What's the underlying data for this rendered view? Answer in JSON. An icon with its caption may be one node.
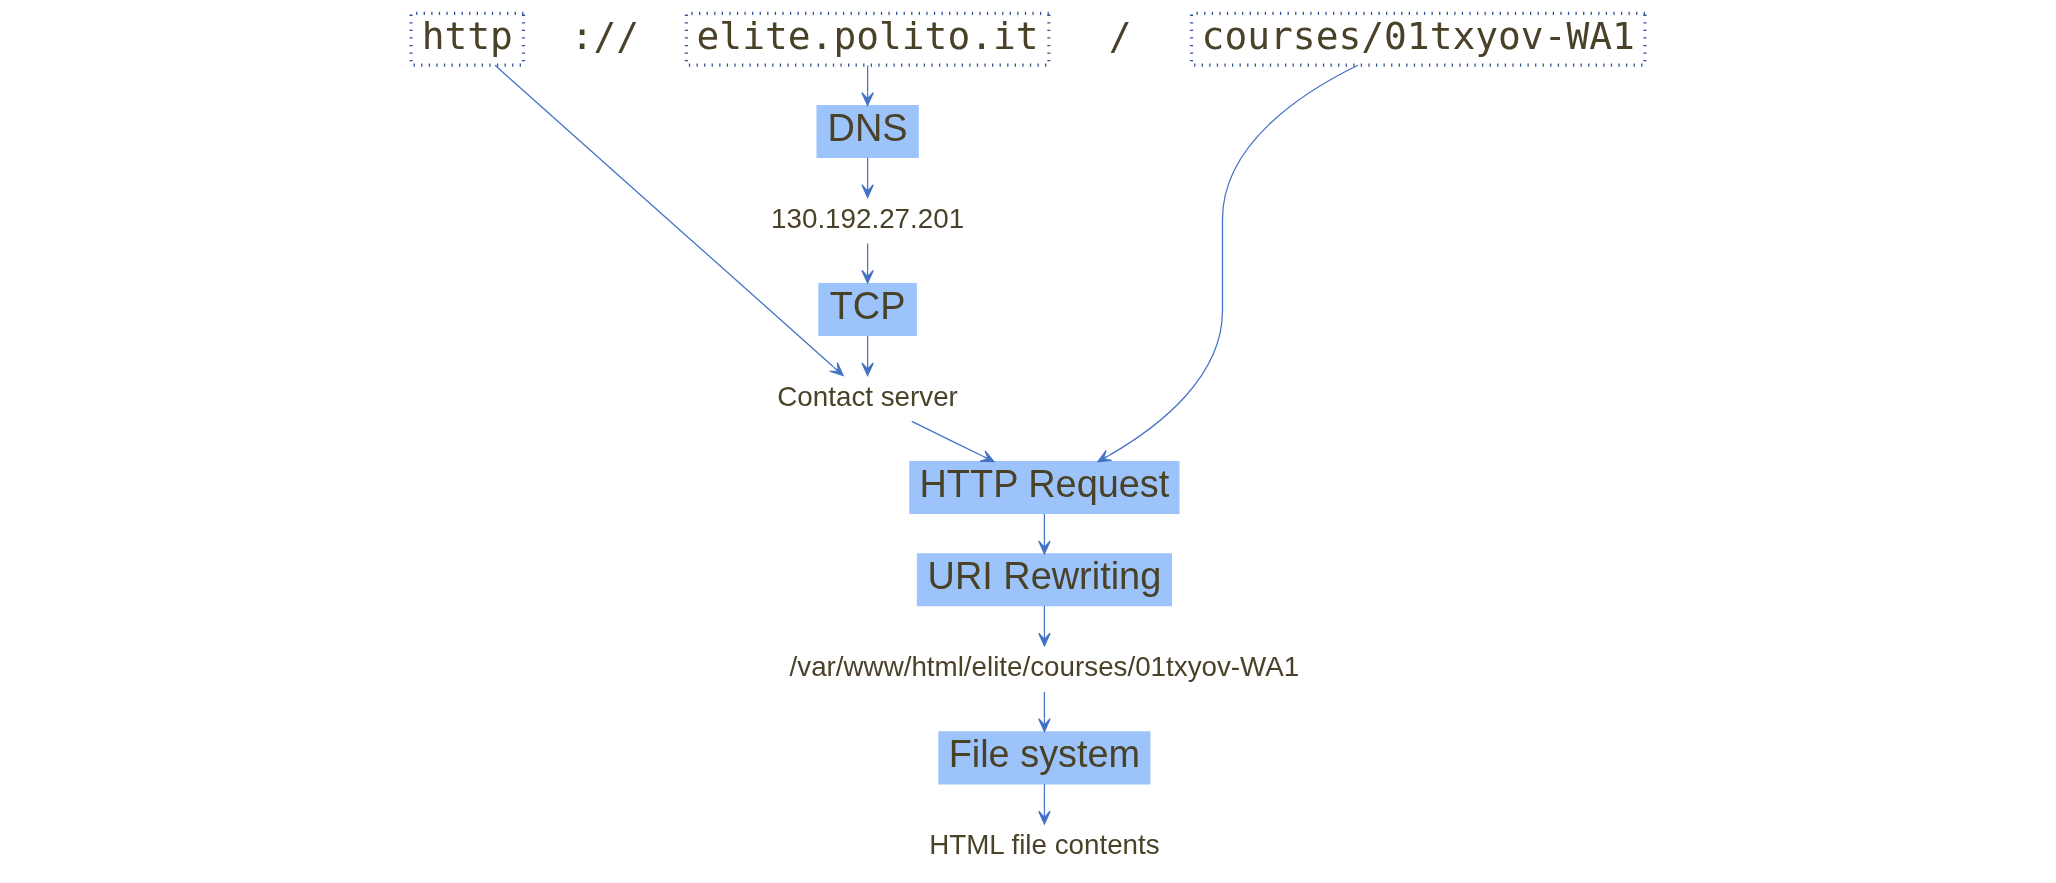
{
  "diagram": {
    "nodes": [
      {
        "text": [
          "http"
        ]
      },
      {
        "text": [
          "elite.polito.it"
        ]
      },
      {
        "text": [
          "courses/01txyov-WA1"
        ]
      },
      {
        "text": [
          "DNS"
        ]
      },
      {
        "text": [
          "130.192.27.201"
        ]
      },
      {
        "text": [
          "TCP"
        ]
      },
      {
        "text": [
          "Contact server"
        ]
      },
      {
        "text": [
          "HTTP Request"
        ]
      },
      {
        "text": [
          "URI Rewriting"
        ]
      },
      {
        "text": [
          "/var/www/html/elite/courses/01txyov-WA1"
        ]
      },
      {
        "text": [
          "File system"
        ]
      },
      {
        "text": [
          "HTML file contents"
        ]
      }
    ],
    "edges": [
      {
        "from": 1,
        "to": 3,
        "arrow": "to"
      },
      {
        "from": 3,
        "to": 4,
        "arrow": "to"
      },
      {
        "from": 4,
        "to": 5,
        "arrow": "to"
      },
      {
        "from": 5,
        "to": 6,
        "arrow": "to"
      },
      {
        "from": 0,
        "to": 6,
        "arrow": "to"
      },
      {
        "from": 6,
        "to": 7,
        "arrow": "to"
      },
      {
        "from": 2,
        "to": 7,
        "arrow": "to"
      },
      {
        "from": 7,
        "to": 8,
        "arrow": "to"
      },
      {
        "from": 8,
        "to": 9,
        "arrow": "to"
      },
      {
        "from": 9,
        "to": 10,
        "arrow": "to"
      },
      {
        "from": 10,
        "to": 11,
        "arrow": "to"
      }
    ],
    "labels": [
      "://",
      "/"
    ]
  }
}
